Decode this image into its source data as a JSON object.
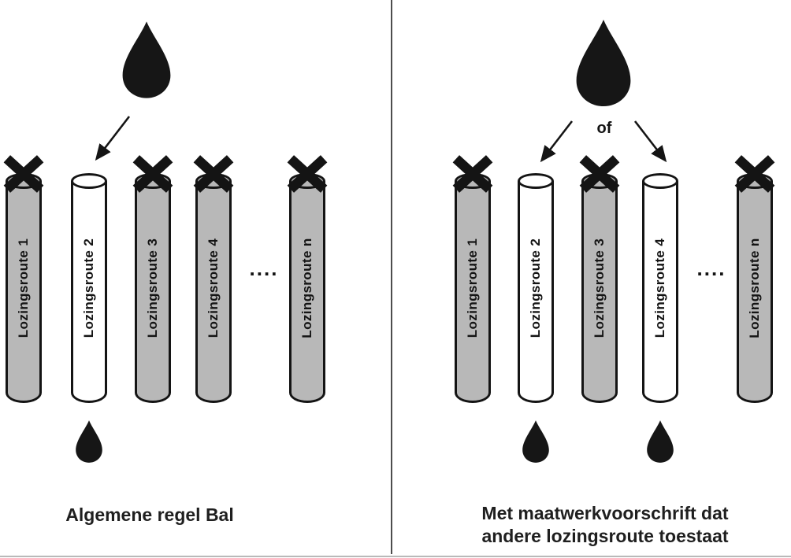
{
  "colors": {
    "tube_gray": "#b8b8b8",
    "tube_white": "#ffffff",
    "ink": "#141414",
    "divider": "#4d4d4d"
  },
  "panels": [
    {
      "name": "algemene-regel-bal",
      "caption_lines": [
        "Algemene regel Bal"
      ],
      "or_label": "",
      "ellipsis": "....",
      "tubes": [
        {
          "label": "Lozingsroute 1",
          "state": "blocked"
        },
        {
          "label": "Lozingsroute 2",
          "state": "open"
        },
        {
          "label": "Lozingsroute 3",
          "state": "blocked"
        },
        {
          "label": "Lozingsroute 4",
          "state": "blocked"
        },
        {
          "label": "Lozingsroute n",
          "state": "blocked"
        }
      ]
    },
    {
      "name": "maatwerkvoorschrift",
      "caption_lines": [
        "Met maatwerkvoorschrift dat",
        "andere lozingsroute toestaat"
      ],
      "or_label": "of",
      "ellipsis": "....",
      "tubes": [
        {
          "label": "Lozingsroute 1",
          "state": "blocked"
        },
        {
          "label": "Lozingsroute 2",
          "state": "open"
        },
        {
          "label": "Lozingsroute 3",
          "state": "blocked"
        },
        {
          "label": "Lozingsroute 4",
          "state": "open"
        },
        {
          "label": "Lozingsroute n",
          "state": "blocked"
        }
      ]
    }
  ]
}
